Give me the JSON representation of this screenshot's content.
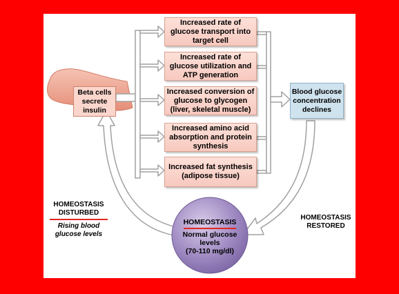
{
  "colors": {
    "frame": "#fe0000",
    "effect_box": "#fbd6cc",
    "target_box": "#cfe3ee",
    "pancreas": "#f0a794",
    "circle": "#a18cc3",
    "arrow_fill": "#ffffff",
    "arrow_stroke": "#a0a0a0",
    "underline": "#e0271f"
  },
  "beta_cells": "Beta cells secrete insulin",
  "effects": [
    "Increased rate of glucose transport into target cell",
    "Increased rate of glucose utilization and ATP generation",
    "Increased conversion of glucose to glycogen (liver, skeletal muscle)",
    "Increased amino acid absorption and protein synthesis",
    "Increased fat synthesis (adipose tissue)"
  ],
  "result": "Blood glucose concentration declines",
  "homeostasis": {
    "title": "HOMEOSTASIS",
    "desc": "Normal glucose levels",
    "range": "(70-110 mg/dl)"
  },
  "disturbed": {
    "title": "HOMEOSTASIS DISTURBED",
    "subtitle": "Rising blood glucose levels"
  },
  "restored": {
    "title": "HOMEOSTASIS RESTORED"
  }
}
